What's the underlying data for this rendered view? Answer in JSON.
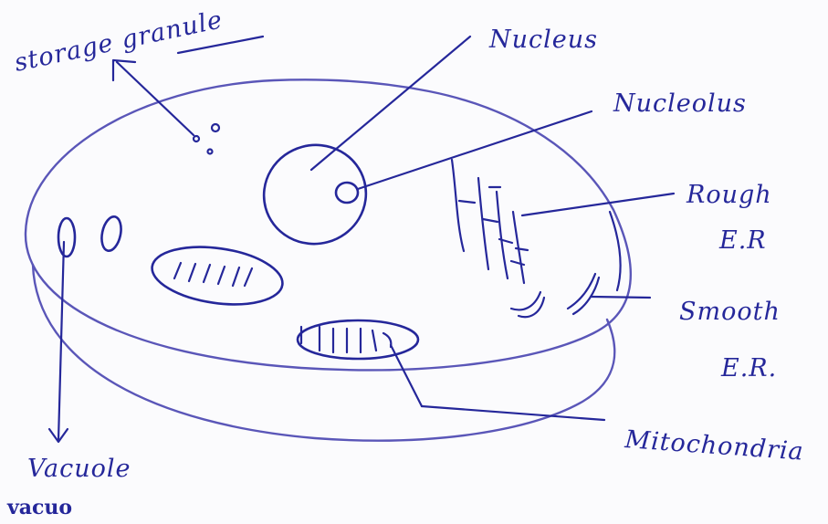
{
  "colors": {
    "ink": "#25279a",
    "membrane": "#5a56b8",
    "paper": "#fbfbfd"
  },
  "labels": {
    "storage_granule": "storage granule",
    "nucleus": "Nucleus",
    "nucleolus": "Nucleolus",
    "rough_er_line1": "Rough",
    "rough_er_line2": "E.R",
    "smooth_er_line1": "Smooth",
    "smooth_er_line2": "E.R.",
    "mitochondria": "Mitochondria",
    "vacuole": "Vacuole",
    "scribble": "vacuo"
  }
}
